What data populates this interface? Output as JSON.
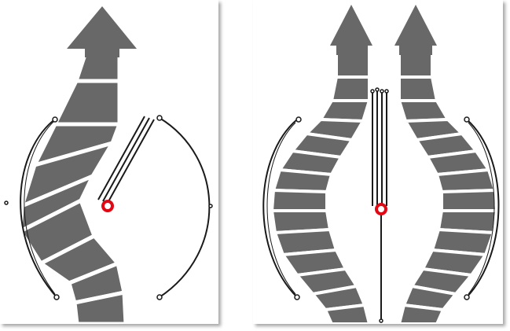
{
  "colors": {
    "band": "#686868",
    "gap": "#ffffff",
    "guide": "#1a1a1a",
    "pivot": "#e30613",
    "background": "#ffffff",
    "shadow": "#9a9a9a"
  },
  "figures": [
    {
      "name": "single-arrow-bend",
      "segments": 9,
      "arrows": 1
    },
    {
      "name": "mirrored-arrows-bend",
      "segments": 14,
      "arrows": 2
    }
  ]
}
